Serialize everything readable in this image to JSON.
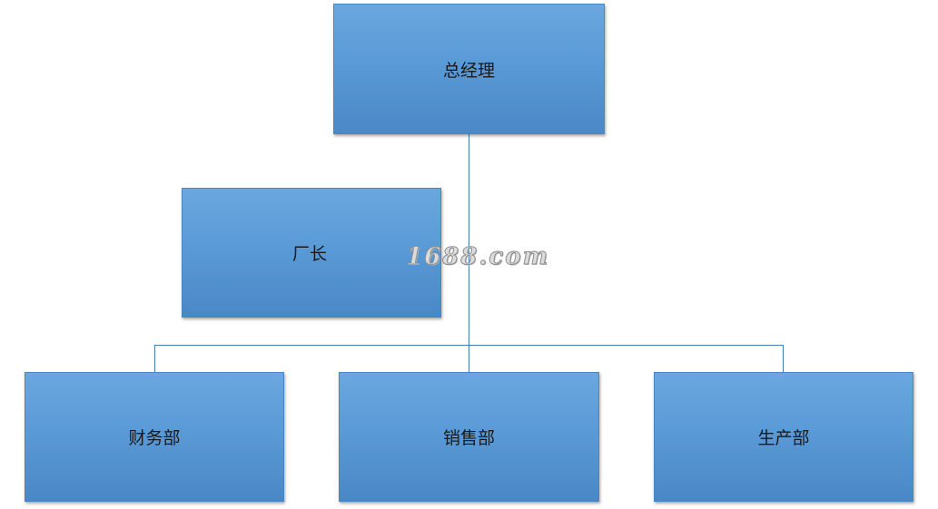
{
  "diagram": {
    "top": {
      "label": "总经理"
    },
    "assistant": {
      "label": "厂长"
    },
    "departments": [
      {
        "label": "财务部"
      },
      {
        "label": "销售部"
      },
      {
        "label": "生产部"
      }
    ]
  },
  "watermark": {
    "text": "1688.com"
  },
  "colors": {
    "box_fill": "#5a9ad6",
    "box_border": "#4a86c2",
    "connector": "#3f7fb3"
  }
}
